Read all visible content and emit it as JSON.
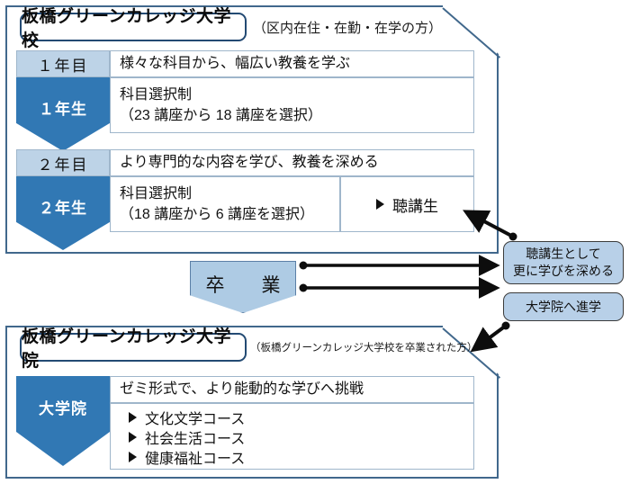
{
  "colors": {
    "dark_blue": "#3178b4",
    "light_blue_header": "#bdd3e7",
    "pale_blue_box": "#b8d0e8",
    "container_border": "#41688c",
    "title_border": "#234a73"
  },
  "undergrad": {
    "title": "板橋グリーンカレッジ大学校",
    "subtitle": "（区内在住・在勤・在学の方）",
    "years": [
      {
        "header": "１年目",
        "header_desc": "様々な科目から、幅広い教養を学ぶ",
        "badge": "１年生",
        "body": "科目選択制\n（23 講座から 18 講座を選択）"
      },
      {
        "header": "２年目",
        "header_desc": "より専門的な内容を学び、教養を深める",
        "badge": "２年生",
        "body": "科目選択制\n（18 講座から 6 講座を選択）",
        "side_option": "聴講生"
      }
    ]
  },
  "graduation": {
    "label": "卒　業"
  },
  "next_steps": [
    {
      "label": "聴講生として\n更に学びを深める"
    },
    {
      "label": "大学院へ進学"
    }
  ],
  "grad_school": {
    "title": "板橋グリーンカレッジ大学院",
    "subtitle": "（板橋グリーンカレッジ大学校を卒業された方）",
    "badge": "大学院",
    "header_desc": "ゼミ形式で、より能動的な学びへ挑戦",
    "courses": [
      "文化文学コース",
      "社会生活コース",
      "健康福祉コース"
    ]
  }
}
